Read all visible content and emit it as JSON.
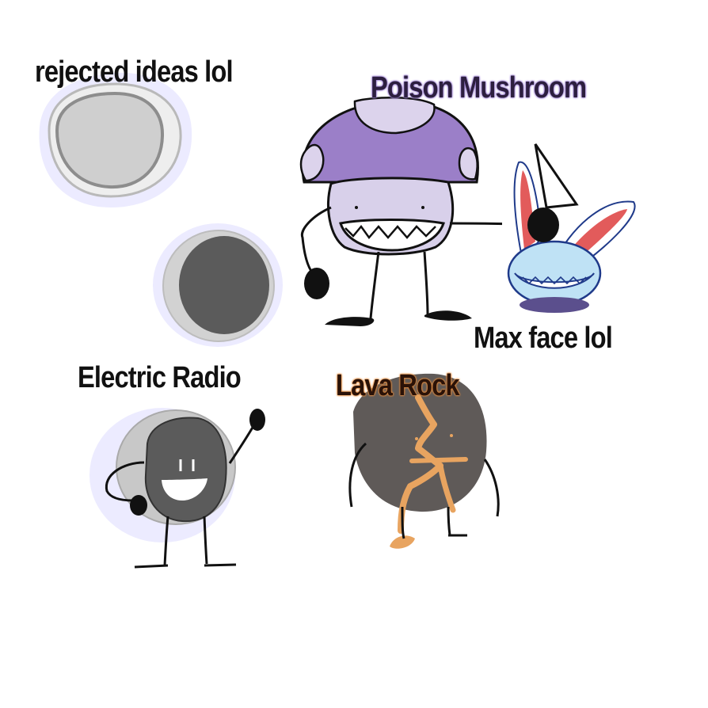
{
  "labels": {
    "rejected": "rejected ideas lol",
    "poison_mushroom": "Poison Mushroom",
    "max_face": "Max face lol",
    "electric_radio": "Electric Radio",
    "lava_rock": "Lava Rock"
  },
  "colors": {
    "background": "#ffffff",
    "mushroom_cap": "#9b7fc8",
    "mushroom_spots": "#d9d0ea",
    "mushroom_face": "#d8d0ea",
    "radio_body": "#5b5b5b",
    "radio_ring": "#c8c8c8",
    "lava_rock": "#5f5a58",
    "lava_crack": "#e8a460",
    "glow": "#e6e4ff"
  }
}
